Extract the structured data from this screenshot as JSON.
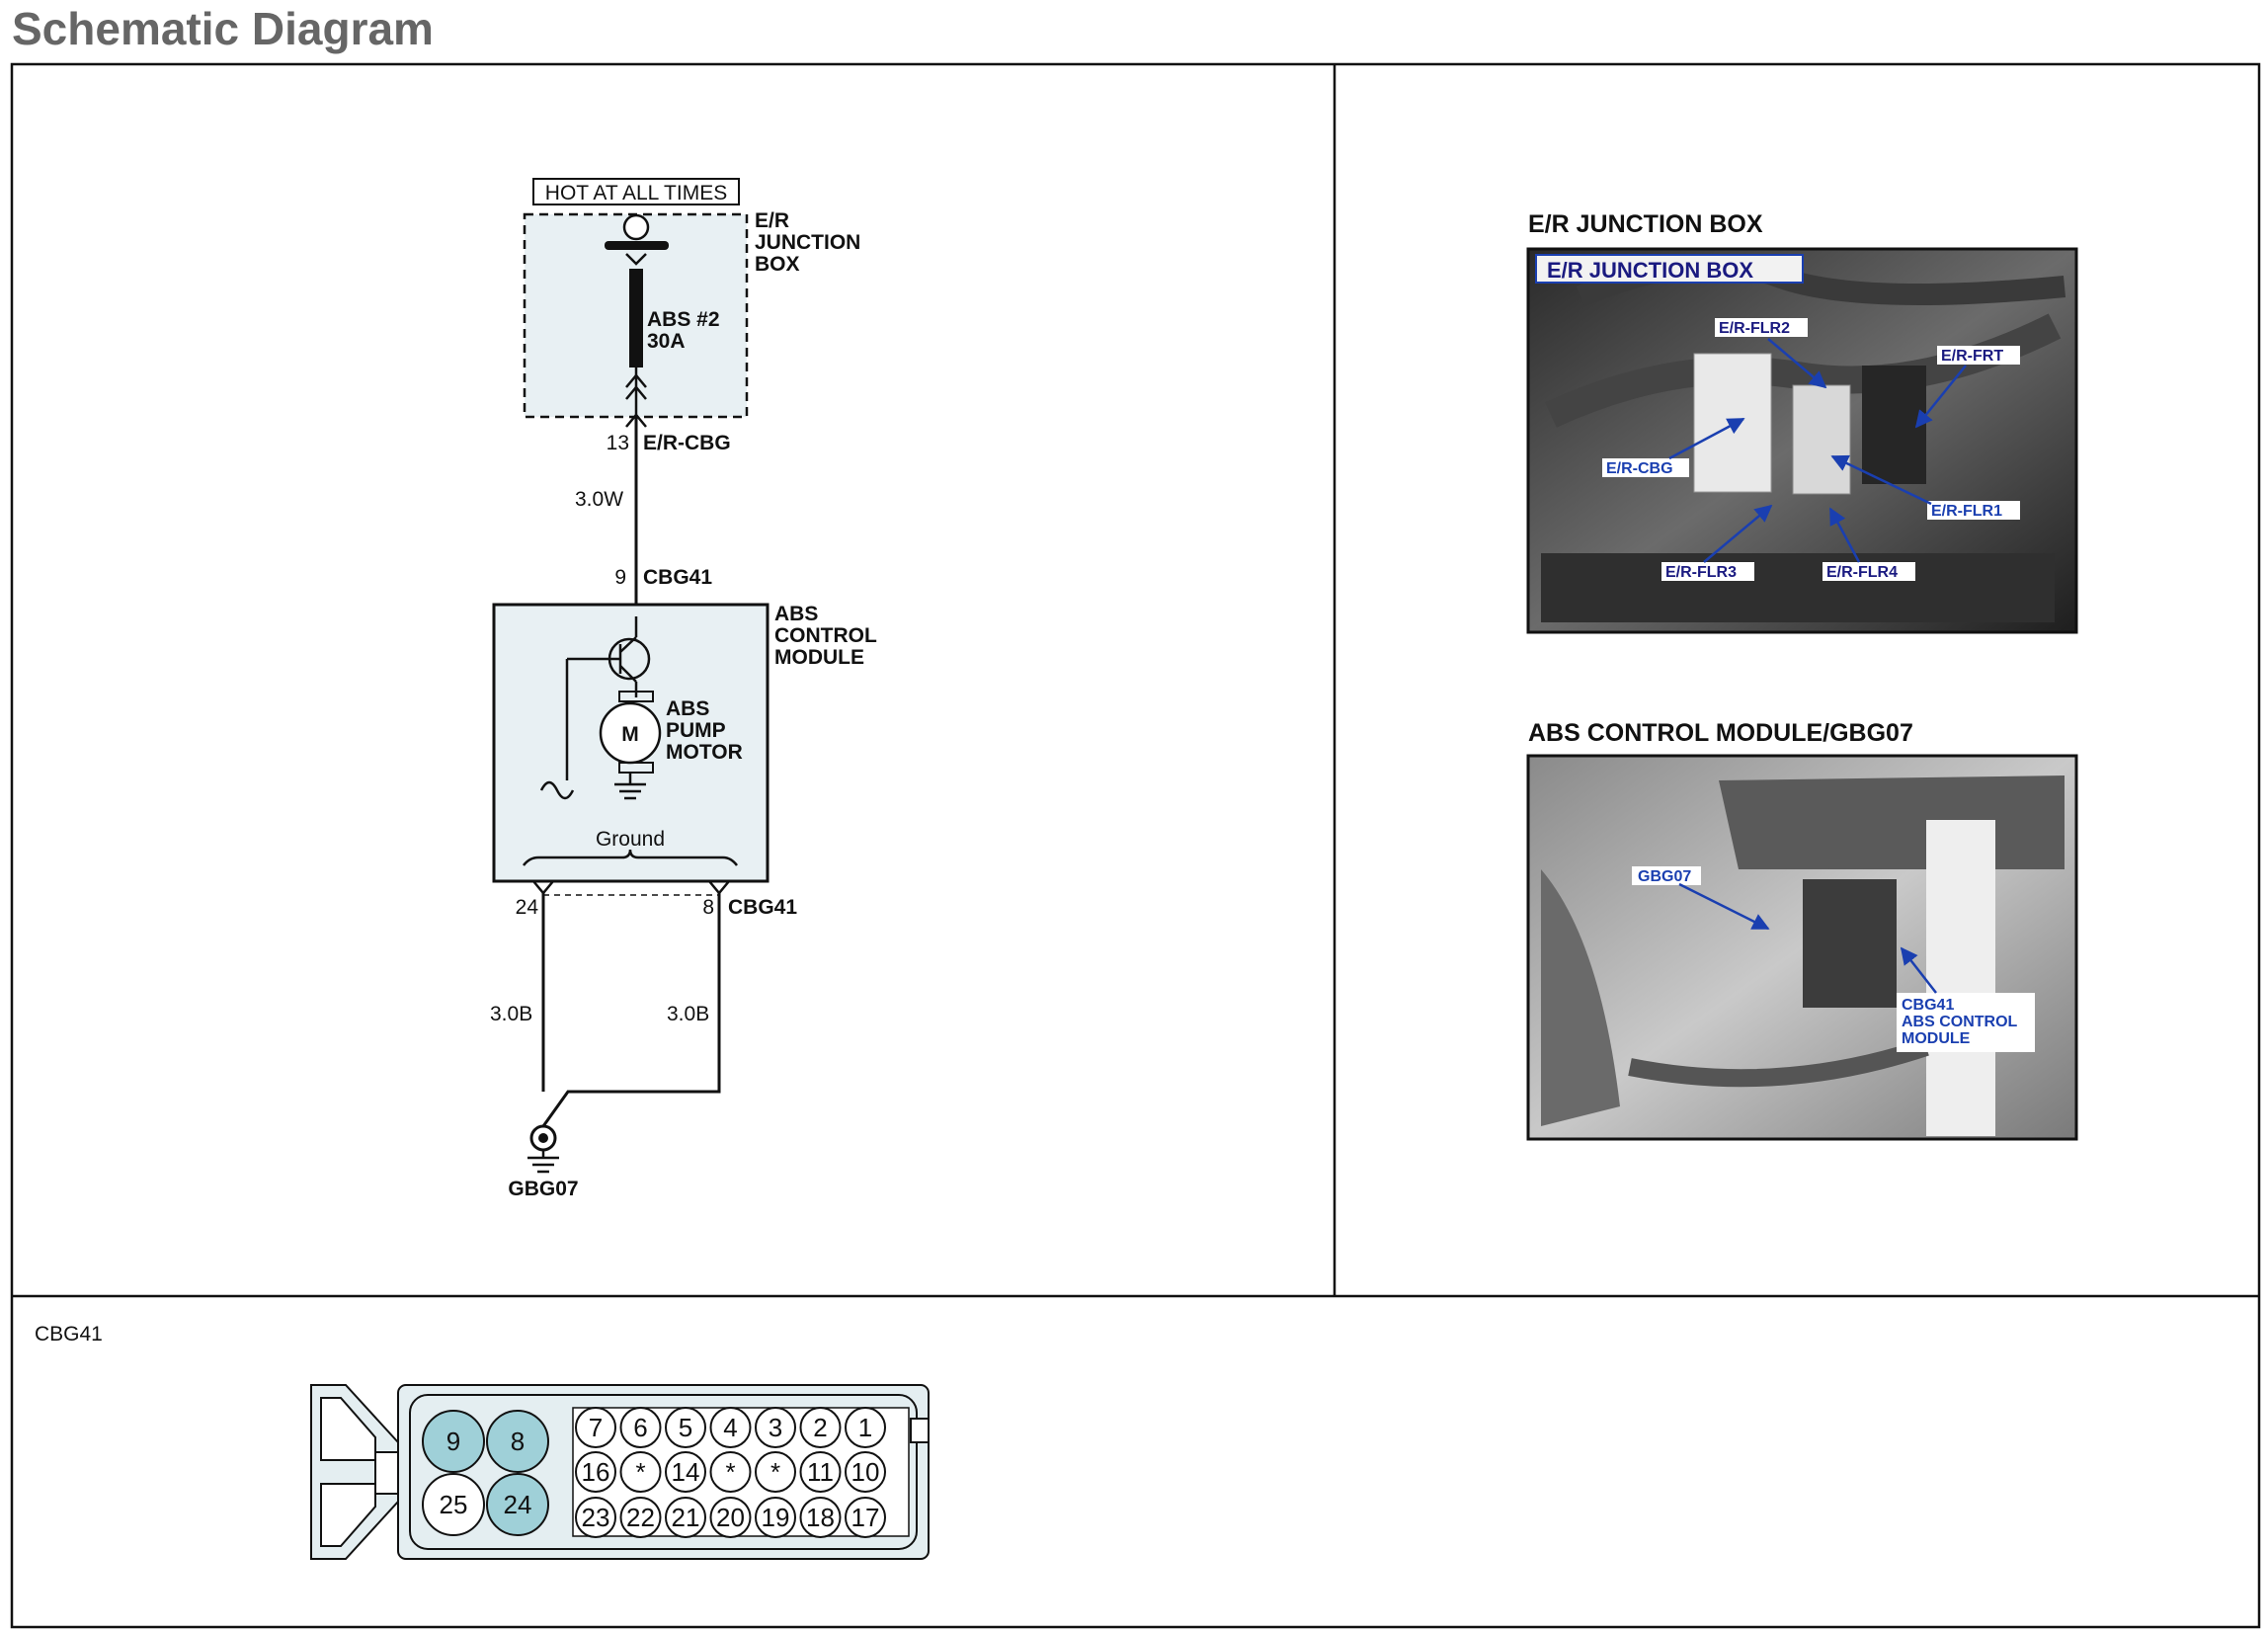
{
  "page_title": "Schematic Diagram",
  "schematic": {
    "hot_label": "HOT AT ALL TIMES",
    "junction_box_label": [
      "E/R",
      "JUNCTION",
      "BOX"
    ],
    "fuse_label": [
      "ABS #2",
      "30A"
    ],
    "jb_pin": "13",
    "jb_connector": "E/R-CBG",
    "wire_top": "3.0W",
    "module_pin_top": "9",
    "module_connector_top": "CBG41",
    "module_label": [
      "ABS",
      "CONTROL",
      "MODULE"
    ],
    "motor_symbol": "M",
    "motor_label": [
      "ABS",
      "PUMP",
      "MOTOR"
    ],
    "ground_text": "Ground",
    "pin_left": "24",
    "pin_right": "8",
    "module_connector_bottom": "CBG41",
    "wire_left": "3.0B",
    "wire_right": "3.0B",
    "ground_point": "GBG07"
  },
  "photos": {
    "jb_caption": "E/R JUNCTION BOX",
    "jb_inner_title": "E/R JUNCTION BOX",
    "jb_callouts": [
      "E/R-FLR2",
      "E/R-FRT",
      "E/R-CBG",
      "E/R-FLR1",
      "E/R-FLR3",
      "E/R-FLR4"
    ],
    "abs_caption": "ABS CONTROL MODULE/GBG07",
    "abs_callouts": [
      "GBG07",
      "CBG41",
      "ABS CONTROL",
      "MODULE"
    ]
  },
  "connector": {
    "name": "CBG41",
    "large_pins": [
      "9",
      "8",
      "25",
      "24"
    ],
    "highlighted": [
      "9",
      "8",
      "24"
    ],
    "row1": [
      "7",
      "6",
      "5",
      "4",
      "3",
      "2",
      "1"
    ],
    "row2": [
      "16",
      "*",
      "14",
      "*",
      "*",
      "11",
      "10"
    ],
    "row3": [
      "23",
      "22",
      "21",
      "20",
      "19",
      "18",
      "17"
    ],
    "colors": {
      "highlight": "#9fd0d8",
      "module_fill": "#e8f0f3",
      "connector_fill": "#e4eef1"
    }
  }
}
